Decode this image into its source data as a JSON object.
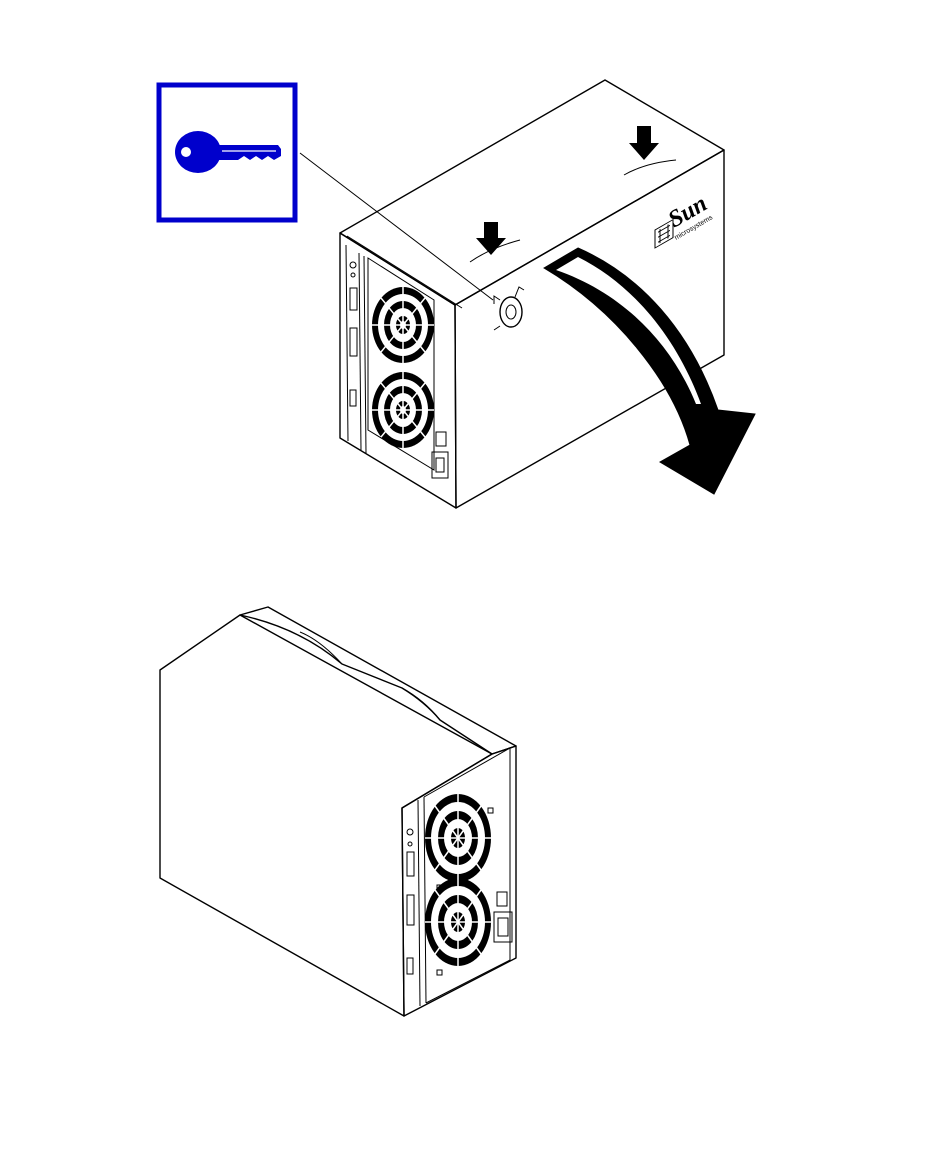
{
  "figure": {
    "top_step": {
      "callout": {
        "icon": "key-icon",
        "accent_color": "#0000cc"
      },
      "logo": {
        "word": "Sun",
        "sub": "microsystems"
      },
      "press_arrows": 2,
      "rotate_arrow": "clockwise-down"
    },
    "bottom_step": {
      "cover_color": "#c0c0c0"
    }
  }
}
